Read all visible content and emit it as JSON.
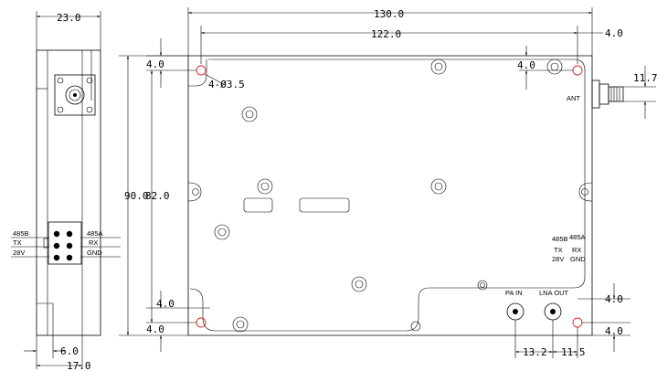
{
  "dims": {
    "side_width": "23.0",
    "side_left_small": "6.0",
    "side_bottom": "17.0",
    "total_width": "130.0",
    "inner_width": "122.0",
    "right_top_offset": "4.0",
    "conn_height": "11.7",
    "left_top_offset": "4.0",
    "hole_dia": "4-Ø3.5",
    "tr_hole_offset": "4.0",
    "total_height": "90.0",
    "inner_height": "82.0",
    "left_bottom_upper": "4.0",
    "left_bottom_lower": "4.0",
    "right_bottom_upper": "4.0",
    "right_bottom_lower": "4.0",
    "pa_dist": "13.2",
    "lna_dist": "11.5"
  },
  "labels": {
    "ant": "ANT",
    "pa_in": "PA IN",
    "lna_out": "LNA OUT",
    "p485b": "485B",
    "p485a": "485A",
    "tx": "TX",
    "rx": "RX",
    "v28": "28V",
    "gnd": "GND",
    "pin_485b": "485B",
    "pin_tx": "TX",
    "pin_28v": "28V",
    "pin_485a": "485A",
    "pin_rx": "RX",
    "pin_gnd": "GND"
  }
}
